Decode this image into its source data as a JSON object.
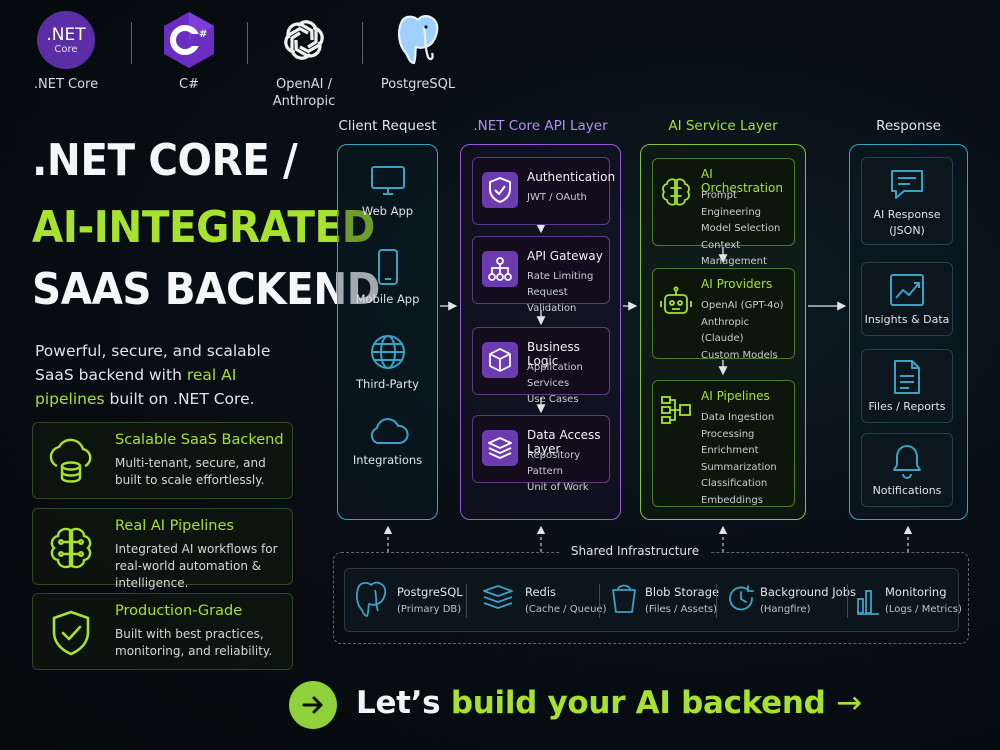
{
  "logos": [
    {
      "label": ".NET Core",
      "badge_main": ".NET",
      "badge_sub": "Core",
      "icon": "dotnet-core-logo"
    },
    {
      "label": "C#",
      "badge_main": "C#",
      "icon": "csharp-logo"
    },
    {
      "label": "OpenAI /\nAnthropic",
      "line1": "OpenAI /",
      "line2": "Anthropic",
      "icon": "openai-logo"
    },
    {
      "label": "PostgreSQL",
      "icon": "postgresql-elephant-logo"
    }
  ],
  "hero": {
    "line1": ".NET CORE /",
    "line2": "AI-INTEGRATED",
    "line3": "SAAS BACKEND",
    "intro_a": "Powerful, secure, and scalable SaaS backend with ",
    "intro_hl": "real AI pipelines",
    "intro_b": " built on .NET Core."
  },
  "features": [
    {
      "title": "Scalable SaaS Backend",
      "desc": "Multi-tenant, secure, and built to scale effortlessly.",
      "icon": "cloud-database-icon"
    },
    {
      "title": "Real AI Pipelines",
      "desc": "Integrated AI workflows for real-world automation & intelligence.",
      "icon": "brain-circuit-icon"
    },
    {
      "title": "Production-Grade",
      "desc": "Built with best practices, monitoring, and reliability.",
      "icon": "shield-check-icon"
    }
  ],
  "columns": {
    "client": "Client Request",
    "api": ".NET Core API Layer",
    "ai": "AI Service Layer",
    "response": "Response"
  },
  "client_items": [
    {
      "label": "Web App",
      "icon": "monitor-icon"
    },
    {
      "label": "Mobile App",
      "icon": "smartphone-icon"
    },
    {
      "label": "Third-Party",
      "icon": "globe-icon"
    },
    {
      "label": "Integrations",
      "icon": "cloud-icon"
    }
  ],
  "api_items": [
    {
      "title": "Authentication",
      "sub1": "JWT / OAuth",
      "sub2": "",
      "icon": "shield-check-icon"
    },
    {
      "title": "API Gateway",
      "sub1": "Rate Limiting",
      "sub2": "Request Validation",
      "icon": "network-tree-icon"
    },
    {
      "title": "Business Logic",
      "sub1": "Application Services",
      "sub2": "Use Cases",
      "icon": "cube-icon"
    },
    {
      "title": "Data Access Layer",
      "sub1": "Repository Pattern",
      "sub2": "Unit of Work",
      "icon": "layers-icon"
    }
  ],
  "ai_items": [
    {
      "title": "AI Orchestration",
      "lines": [
        "Prompt Engineering",
        "Model Selection",
        "Context Management"
      ],
      "icon": "brain-icon"
    },
    {
      "title": "AI Providers",
      "lines": [
        "OpenAI (GPT-4o)",
        "Anthropic (Claude)",
        "Custom Models"
      ],
      "icon": "robot-icon"
    },
    {
      "title": "AI Pipelines",
      "lines": [
        "Data Ingestion",
        "Processing",
        "Enrichment",
        "Summarization",
        "Classification",
        "Embeddings"
      ],
      "icon": "pipeline-icon"
    }
  ],
  "response_items": [
    {
      "line1": "AI Response",
      "line2": "(JSON)",
      "icon": "chat-icon"
    },
    {
      "line1": "Insights & Data",
      "line2": "",
      "icon": "chart-icon"
    },
    {
      "line1": "Files / Reports",
      "line2": "",
      "icon": "document-icon"
    },
    {
      "line1": "Notifications",
      "line2": "",
      "icon": "bell-icon"
    }
  ],
  "infra": {
    "title": "Shared Infrastructure",
    "items": [
      {
        "name": "PostgreSQL",
        "sub": "(Primary DB)",
        "icon": "postgresql-icon"
      },
      {
        "name": "Redis",
        "sub": "(Cache / Queue)",
        "icon": "redis-stack-icon"
      },
      {
        "name": "Blob Storage",
        "sub": "(Files / Assets)",
        "icon": "bucket-icon"
      },
      {
        "name": "Background Jobs",
        "sub": "(Hangfire)",
        "icon": "clock-refresh-icon"
      },
      {
        "name": "Monitoring",
        "sub": "(Logs / Metrics)",
        "icon": "bar-monitor-icon"
      }
    ]
  },
  "cta": {
    "a": "Let’s ",
    "b": "build your AI backend",
    "arrow": "→"
  },
  "colors": {
    "lime": "#a6e22e",
    "cyan": "#3aa3c4",
    "purple": "#9b59d6",
    "bg": "#070d12"
  }
}
